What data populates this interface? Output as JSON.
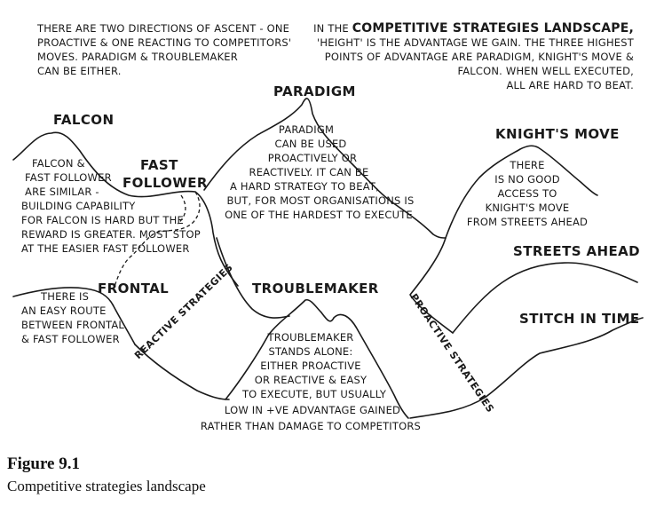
{
  "notes": {
    "top_left": [
      "THERE ARE TWO DIRECTIONS OF ASCENT - ONE",
      "PROACTIVE & ONE REACTING TO COMPETITORS'",
      "MOVES. PARADIGM & TROUBLEMAKER",
      "CAN BE EITHER."
    ],
    "top_right_prefix": "IN THE ",
    "top_right_bold": "COMPETITIVE STRATEGIES LANDSCAPE,",
    "top_right": [
      "'HEIGHT' IS THE ADVANTAGE WE GAIN. THE THREE HIGHEST",
      "POINTS OF ADVANTAGE ARE PARADIGM, KNIGHT'S MOVE &",
      "FALCON. WHEN WELL EXECUTED,",
      "ALL ARE HARD TO BEAT."
    ]
  },
  "peaks": {
    "falcon": "FALCON",
    "fast_follower": [
      "FAST",
      "FOLLOWER"
    ],
    "paradigm": "PARADIGM",
    "knights_move": "KNIGHT'S MOVE",
    "streets_ahead": "STREETS AHEAD",
    "stitch_in_time": "STITCH IN TIME",
    "frontal": "FRONTAL",
    "troublemaker": "TROUBLEMAKER"
  },
  "ridges": {
    "reactive": "REACTIVE STRATEGIES",
    "proactive": "PROACTIVE STRATEGIES"
  },
  "descriptions": {
    "falcon": [
      "FALCON &",
      "FAST FOLLOWER",
      "ARE SIMILAR -",
      "BUILDING CAPABILITY",
      "FOR FALCON IS HARD BUT THE",
      "REWARD IS GREATER. MOST STOP",
      "AT THE EASIER FAST FOLLOWER"
    ],
    "paradigm": [
      "PARADIGM",
      "CAN BE USED",
      "PROACTIVELY OR",
      "REACTIVELY. IT CAN BE",
      "A HARD STRATEGY TO BEAT,",
      "BUT, FOR MOST ORGANISATIONS IS",
      "ONE OF THE HARDEST TO EXECUTE"
    ],
    "knights_move": [
      "THERE",
      "IS NO GOOD",
      "ACCESS TO",
      "KNIGHT'S MOVE",
      "FROM STREETS AHEAD"
    ],
    "frontal": [
      "THERE IS",
      "AN EASY ROUTE",
      "BETWEEN FRONTAL",
      "& FAST FOLLOWER"
    ],
    "troublemaker": [
      "TROUBLEMAKER",
      "STANDS ALONE:",
      "EITHER PROACTIVE",
      "OR REACTIVE & EASY",
      "TO EXECUTE, BUT USUALLY",
      "LOW IN +VE ADVANTAGE GAINED",
      "RATHER THAN DAMAGE TO COMPETITORS"
    ]
  },
  "figure": {
    "number": "Figure 9.1",
    "title": "Competitive strategies landscape"
  }
}
